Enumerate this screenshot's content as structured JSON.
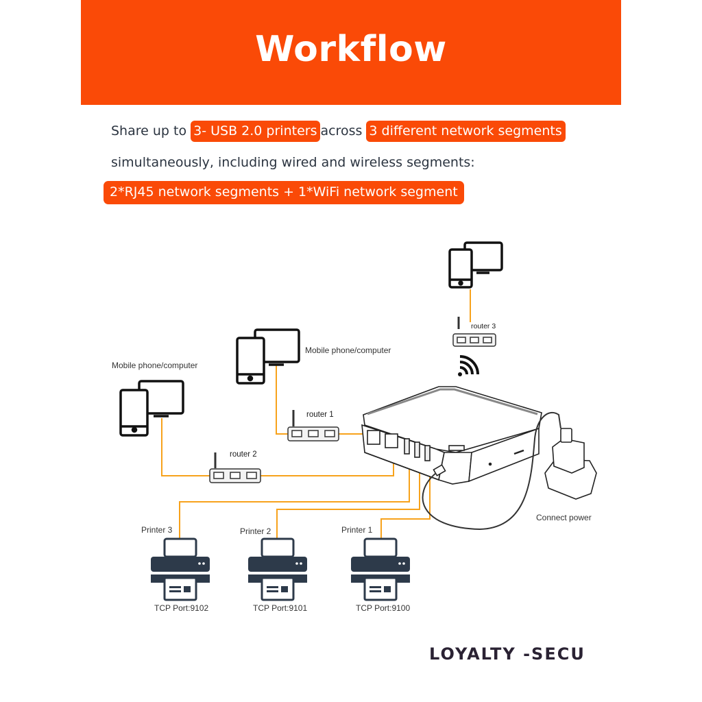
{
  "header": {
    "title": "Workflow",
    "background_color": "#fa4a07"
  },
  "intro": {
    "line1_prefix": "Share up to",
    "line1_highlight1": "3- USB 2.0 printers",
    "line1_middle": "across",
    "line1_highlight2": "3 different network segments",
    "line2": "simultaneously, including wired and wireless segments:",
    "line3_highlight": "2*RJ45 network segments + 1*WiFi network segment"
  },
  "diagram": {
    "line_color": "#f7a21b",
    "clients": [
      {
        "label": "Mobile phone/computer",
        "router": "router 2"
      },
      {
        "label": "Mobile phone/computer",
        "router": "router 1"
      },
      {
        "label": "",
        "router": "router 3"
      }
    ],
    "device": {
      "power_label": "Connect power",
      "wifi_icon": "wifi-signal-icon"
    },
    "printers": [
      {
        "label": "Printer 3",
        "port": "TCP Port:9102"
      },
      {
        "label": "Printer 2",
        "port": "TCP Port:9101"
      },
      {
        "label": "Printer 1",
        "port": "TCP Port:9100"
      }
    ]
  },
  "footer": {
    "brand": "LOYALTY -SECU"
  }
}
